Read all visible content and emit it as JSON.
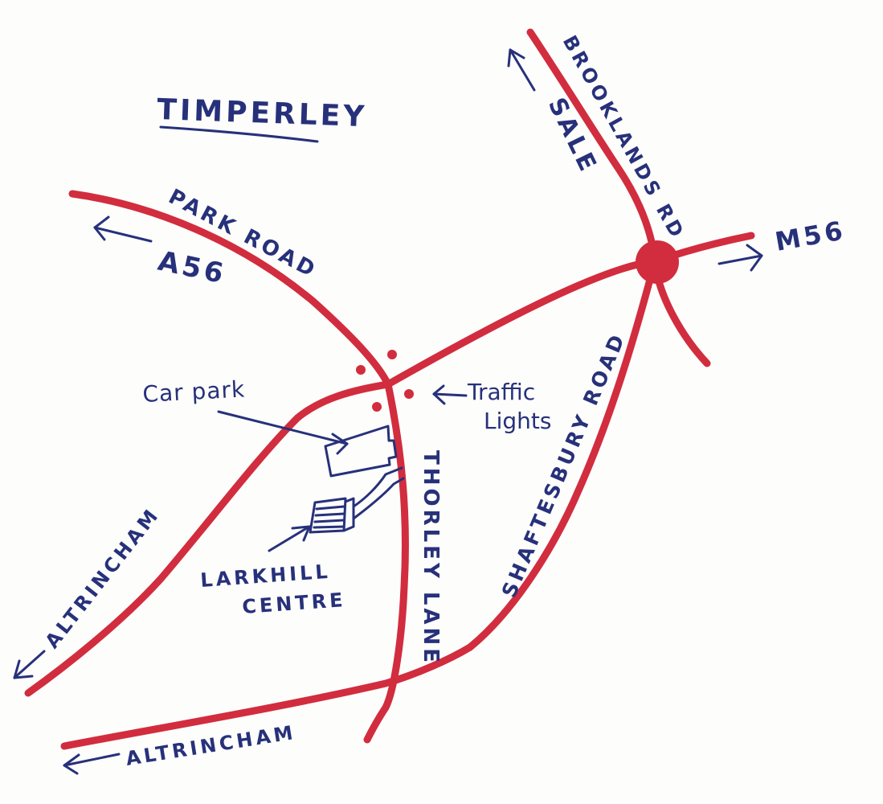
{
  "title": "TIMPERLEY",
  "colors": {
    "road": "#d12d3e",
    "ink": "#27317a",
    "paper": "#fdfdfc"
  },
  "roads": {
    "park_road": "PARK ROAD",
    "brooklands_rd": "BROOKLANDS RD",
    "thorley_lane": "THORLEY LANE",
    "shaftesbury_road": "SHAFTESBURY ROAD"
  },
  "directions": {
    "a56": "A56",
    "m56": "M56",
    "sale": "SALE",
    "altrincham_sw": "ALTRINCHAM",
    "altrincham_s": "ALTRINCHAM"
  },
  "annotations": {
    "car_park": "Car park",
    "traffic_lights_line1": "Traffic",
    "traffic_lights_line2": "Lights",
    "larkhill_line1": "LARKHILL",
    "larkhill_line2": "CENTRE"
  },
  "icons": {
    "roundabout": "roundabout-icon",
    "traffic_lights": "traffic-light-icon",
    "car_park": "car-park-icon",
    "building": "building-icon"
  }
}
